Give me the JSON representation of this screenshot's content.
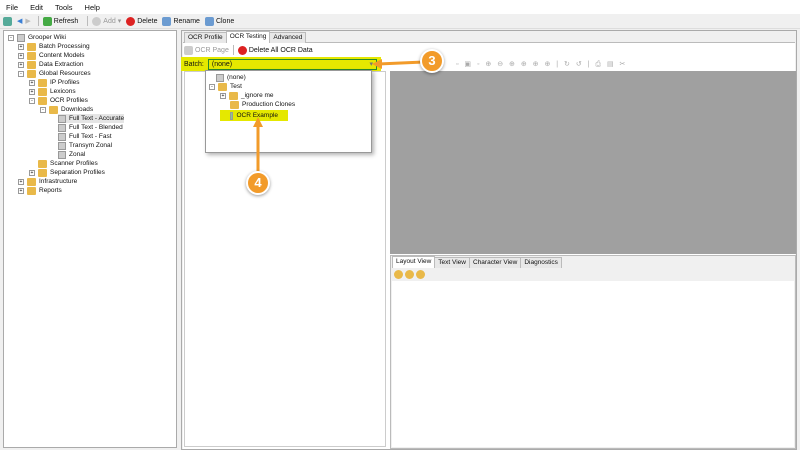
{
  "menu": [
    "File",
    "Edit",
    "Tools",
    "Help"
  ],
  "toolbar": {
    "refresh": "Refresh",
    "add": "Add",
    "delete": "Delete",
    "rename": "Rename",
    "clone": "Clone"
  },
  "tree": {
    "root": "Grooper Wiki",
    "items": [
      "Batch Processing",
      "Content Models",
      "Data Extraction",
      "Global Resources",
      "IP Profiles",
      "Lexicons",
      "OCR Profiles",
      "Downloads",
      "Full Text - Accurate",
      "Full Text - Blended",
      "Full Text - Fast",
      "Transym Zonal",
      "Zonal",
      "Scanner Profiles",
      "Separation Profiles",
      "Infrastructure",
      "Reports"
    ]
  },
  "tabs": [
    "OCR Profile",
    "OCR Testing",
    "Advanced"
  ],
  "subtoolbar": {
    "ocr_page": "OCR Page",
    "delete_all": "Delete All OCR Data"
  },
  "batch": {
    "label": "Batch:",
    "value": "(none)"
  },
  "dropdown": [
    "(none)",
    "Test",
    "_ignore me",
    "Production Clones",
    "OCR Example"
  ],
  "view_tabs": [
    "Layout View",
    "Text View",
    "Character View",
    "Diagnostics"
  ],
  "callouts": [
    "3",
    "4"
  ],
  "colors": {
    "highlight": "#e5e800",
    "callout": "#f29b2a"
  }
}
